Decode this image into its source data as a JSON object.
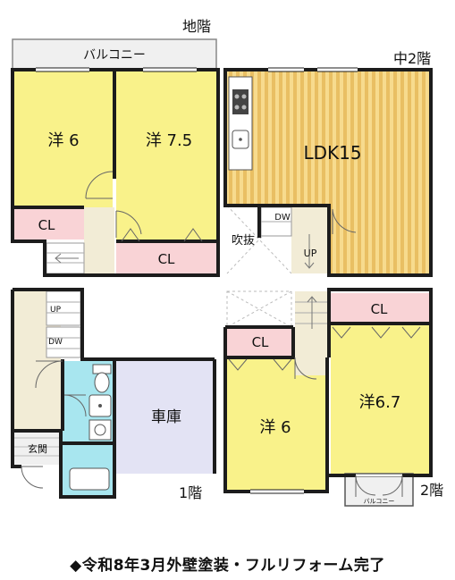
{
  "colors": {
    "room_yellow": "#f9f28a",
    "closet_pink": "#f9d3d6",
    "garage_lavender": "#e3e3f4",
    "bath_cyan": "#a8e6ef",
    "hall_cream": "#f2ecd6",
    "balcony_gray": "#f0f0f0",
    "ldk_stripe_a": "#e9bf63",
    "ldk_stripe_b": "#f7db8e",
    "wall": "#1c1c1c"
  },
  "floors": {
    "basement": {
      "label": "地階",
      "balcony": "バルコニー",
      "room_left": "洋 6",
      "room_right": "洋 7.5",
      "closet_left": "CL",
      "closet_right": "CL"
    },
    "mezzanine": {
      "label": "中2階",
      "ldk": "LDK15",
      "void": "吹抜",
      "dw": "DW",
      "up": "UP"
    },
    "first": {
      "label": "1階",
      "up": "UP",
      "dw": "DW",
      "entrance": "玄関",
      "garage": "車庫"
    },
    "second": {
      "label": "2階",
      "closet_left": "CL",
      "closet_right": "CL",
      "room_left": "洋 6",
      "room_right": "洋6.7",
      "balcony": "バルコニー"
    }
  },
  "footer": "◆令和8年3月外壁塗装・フルリフォーム完了"
}
